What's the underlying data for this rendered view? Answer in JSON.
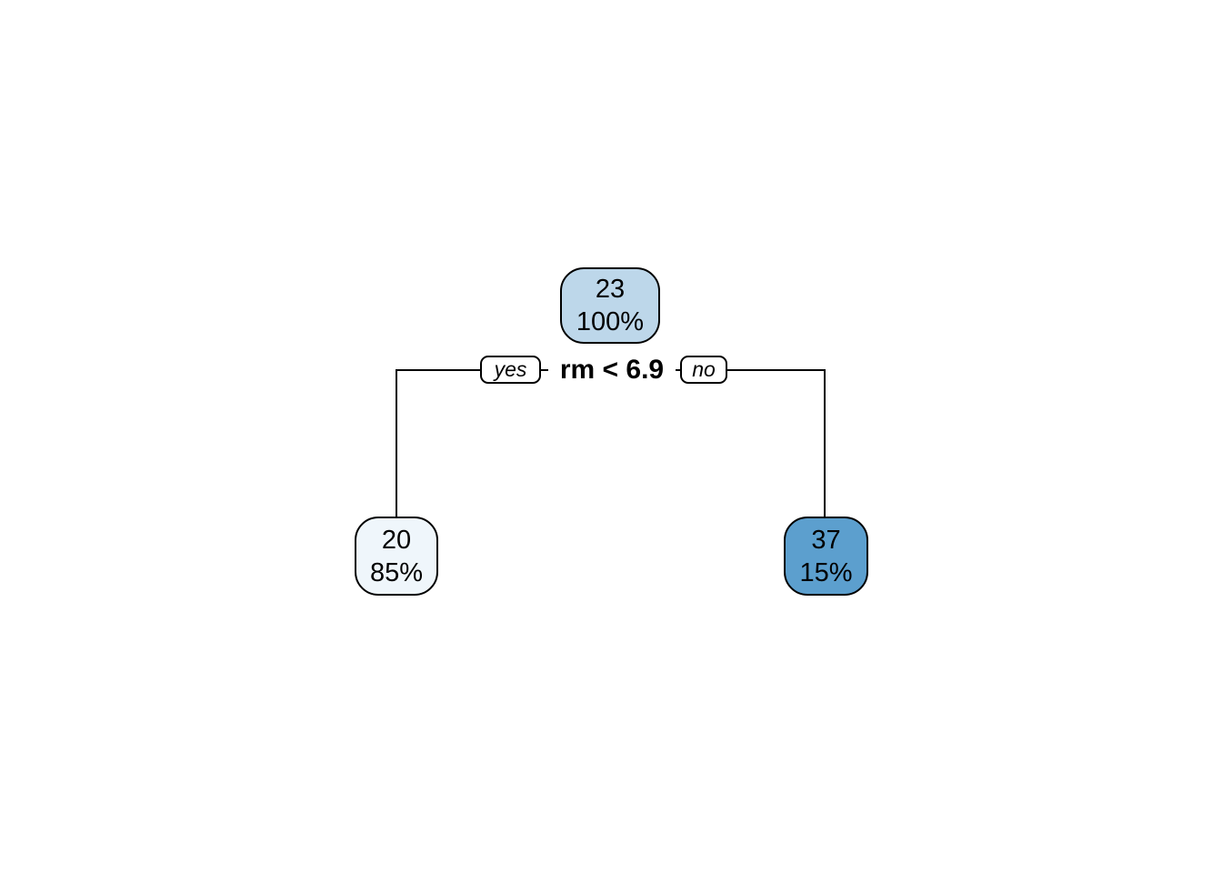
{
  "diagram": {
    "split": {
      "condition": "rm < 6.9",
      "yes_label": "yes",
      "no_label": "no"
    },
    "nodes": {
      "root": {
        "value": "23",
        "percent": "100%",
        "fill": "#bdd7ea"
      },
      "left": {
        "value": "20",
        "percent": "85%",
        "fill": "#eff6fb"
      },
      "right": {
        "value": "37",
        "percent": "15%",
        "fill": "#5c9fce"
      }
    },
    "colors": {
      "node_border": "#000000",
      "connector": "#000000",
      "text": "#000000",
      "label_background": "#ffffff",
      "page_background": "#ffffff"
    }
  }
}
